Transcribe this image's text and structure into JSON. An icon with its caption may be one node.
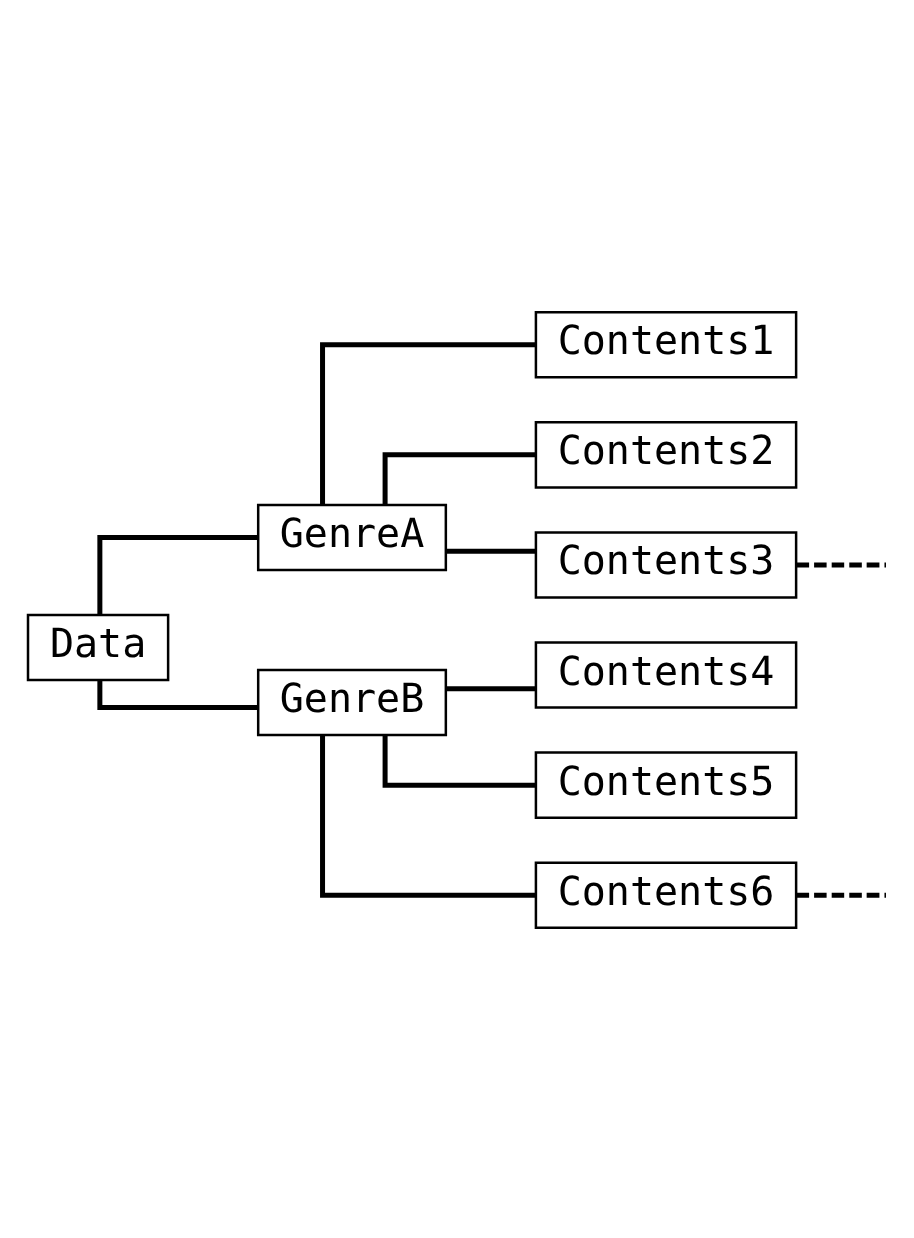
{
  "diagram": {
    "nodes": [
      {
        "text": [
          "Data"
        ]
      },
      {
        "text": [
          "GenreA"
        ]
      },
      {
        "text": [
          "Contents1"
        ]
      },
      {
        "text": [
          "Contents2"
        ]
      },
      {
        "text": [
          "Contents3"
        ]
      },
      {
        "text": [
          "GenreB"
        ]
      },
      {
        "text": [
          "Contents4"
        ]
      },
      {
        "text": [
          "Contents5"
        ]
      },
      {
        "text": [
          "Contents6"
        ]
      }
    ],
    "edges": [
      {
        "from": 0,
        "to": 1,
        "arrow": "none"
      },
      {
        "from": 1,
        "to": 2,
        "arrow": "none"
      },
      {
        "from": 1,
        "to": 3,
        "arrow": "none"
      },
      {
        "from": 1,
        "to": 4,
        "arrow": "none"
      },
      {
        "from": 4,
        "to": null,
        "arrow": "none",
        "style": "dashed"
      },
      {
        "from": 0,
        "to": 5,
        "arrow": "none"
      },
      {
        "from": 5,
        "to": 6,
        "arrow": "none"
      },
      {
        "from": 5,
        "to": 7,
        "arrow": "none"
      },
      {
        "from": 5,
        "to": 8,
        "arrow": "none"
      },
      {
        "from": 8,
        "to": null,
        "arrow": "none",
        "style": "dashed"
      }
    ]
  }
}
